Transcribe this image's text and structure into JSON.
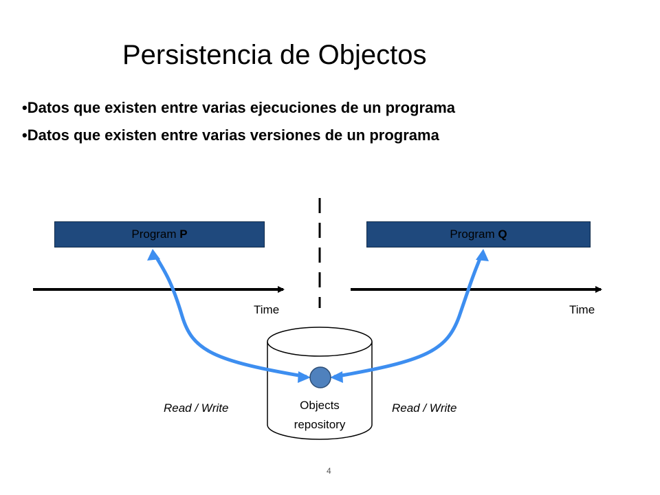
{
  "title": "Persistencia de Objectos",
  "bullets": [
    "•Datos que existen entre varias ejecuciones de un programa",
    "•Datos que existen entre varias versiones de un programa"
  ],
  "program_p": {
    "prefix": "Program ",
    "name": "P"
  },
  "program_q": {
    "prefix": "Program ",
    "name": "Q"
  },
  "time_label_left": "Time",
  "time_label_right": "Time",
  "rw_left": "Read / Write",
  "rw_right": "Read / Write",
  "repository": {
    "line1": "Objects",
    "line2": "repository"
  },
  "page_number": "4",
  "colors": {
    "program_box": "#1f497d",
    "arrow": "#3d8ef0",
    "object_dot": "#4f81bd"
  }
}
